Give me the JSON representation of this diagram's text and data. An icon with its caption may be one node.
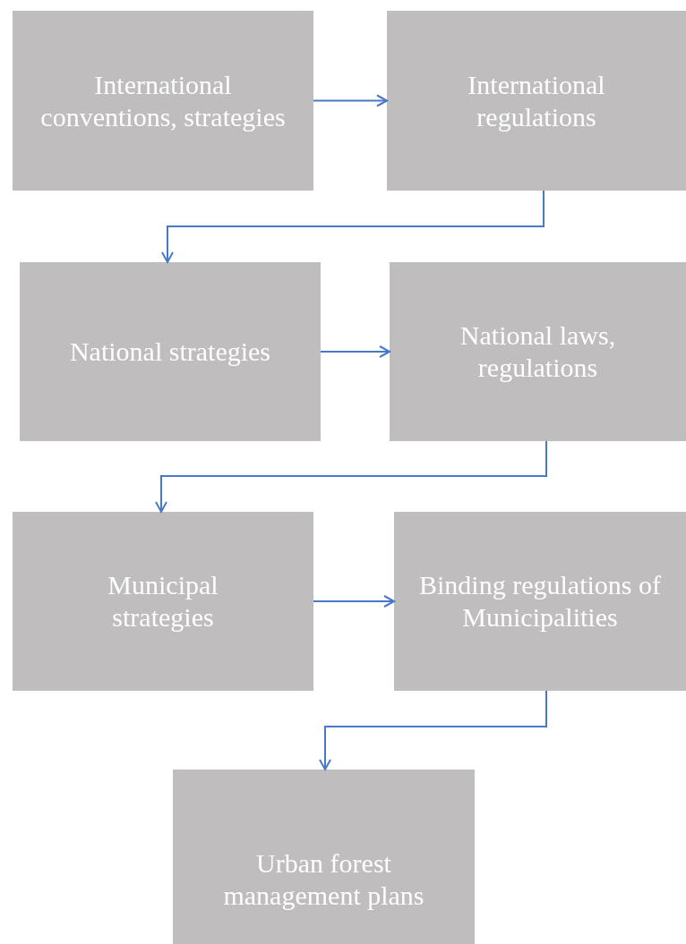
{
  "diagram": {
    "nodes": [
      {
        "text": [
          "International conventions, strategies"
        ]
      },
      {
        "text": [
          "International regulations"
        ]
      },
      {
        "text": [
          "National strategies"
        ]
      },
      {
        "text": [
          "National laws, regulations"
        ]
      },
      {
        "text": [
          "Municipal strategies"
        ]
      },
      {
        "text": [
          "Binding regulations of Municipalities"
        ]
      },
      {
        "text": [
          "Urban forest management plans"
        ]
      }
    ],
    "edges": [
      {
        "from": 0,
        "to": 1,
        "arrow": "to"
      },
      {
        "from": 1,
        "to": 2,
        "arrow": "to"
      },
      {
        "from": 2,
        "to": 3,
        "arrow": "to"
      },
      {
        "from": 3,
        "to": 4,
        "arrow": "to"
      },
      {
        "from": 4,
        "to": 5,
        "arrow": "to"
      },
      {
        "from": 5,
        "to": 6,
        "arrow": "to"
      }
    ]
  }
}
